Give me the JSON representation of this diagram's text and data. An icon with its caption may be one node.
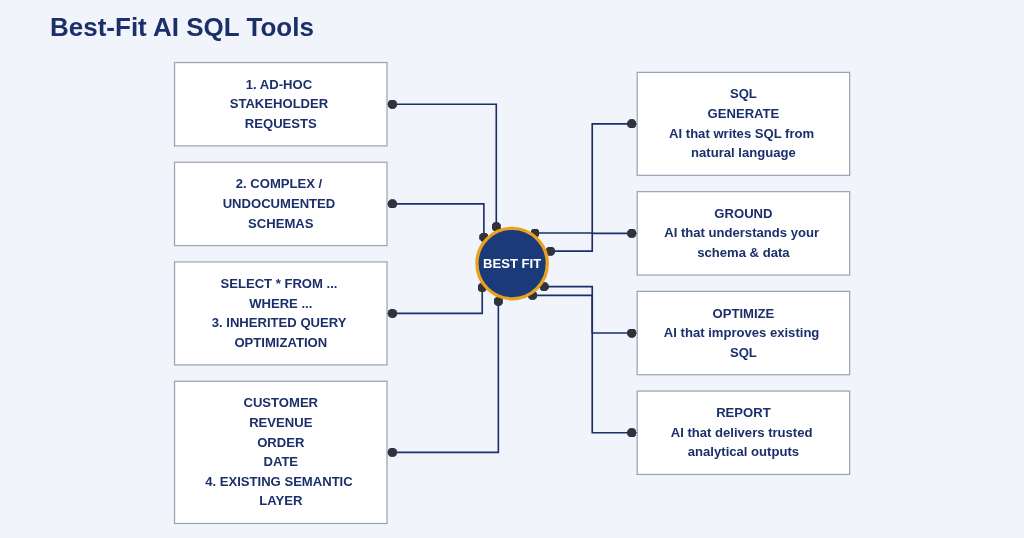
{
  "diagram": {
    "title": "Best-Fit AI SQL Tools",
    "nodes": [
      {
        "text": [
          "1. AD-HOC STAKEHOLDER REQUESTS"
        ]
      },
      {
        "text": [
          "2. COMPLEX / UNDOCUMENTED SCHEMAS"
        ]
      },
      {
        "text": [
          "SELECT * FROM ... WHERE ...",
          "3. INHERITED QUERY OPTIMIZATION"
        ]
      },
      {
        "text": [
          "CUSTOMER",
          "REVENUE",
          "ORDER",
          "DATE",
          "4. EXISTING SEMANTIC LAYER"
        ]
      },
      {
        "text": [
          "BEST FIT"
        ]
      },
      {
        "text": [
          "SQL",
          "GENERATE",
          "AI that writes SQL from natural language"
        ]
      },
      {
        "text": [
          "GROUND",
          "AI that understands your schema & data"
        ]
      },
      {
        "text": [
          "OPTIMIZE",
          "AI that improves existing SQL"
        ]
      },
      {
        "text": [
          "REPORT",
          "AI that delivers trusted analytical outputs"
        ]
      }
    ],
    "edges": [
      {
        "from": 0,
        "to": 4,
        "arrow": "other"
      },
      {
        "from": 1,
        "to": 4,
        "arrow": "other"
      },
      {
        "from": 2,
        "to": 4,
        "arrow": "other"
      },
      {
        "from": 3,
        "to": 4,
        "arrow": "other"
      },
      {
        "from": 4,
        "to": 5,
        "arrow": "other"
      },
      {
        "from": 4,
        "to": 6,
        "arrow": "other"
      },
      {
        "from": 4,
        "to": 7,
        "arrow": "other"
      },
      {
        "from": 4,
        "to": 8,
        "arrow": "other"
      }
    ]
  }
}
